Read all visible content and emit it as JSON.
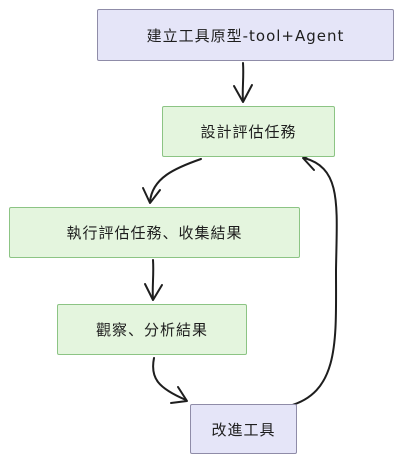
{
  "nodes": {
    "prototype": {
      "label": "建立工具原型-tool+Agent"
    },
    "design": {
      "label": "設計評估任務"
    },
    "execute": {
      "label": "執行評估任務、收集結果"
    },
    "observe": {
      "label": "觀察、分析結果"
    },
    "improve": {
      "label": "改進工具"
    }
  },
  "edges": [
    {
      "from": "prototype",
      "to": "design"
    },
    {
      "from": "design",
      "to": "execute"
    },
    {
      "from": "execute",
      "to": "observe"
    },
    {
      "from": "observe",
      "to": "improve"
    },
    {
      "from": "improve",
      "to": "design"
    }
  ],
  "colors": {
    "primary_fill": "#e5e5f8",
    "primary_stroke": "#8f8ca8",
    "step_fill": "#e4f5de",
    "step_stroke": "#8cc484",
    "arrow": "#1e1e1e"
  }
}
